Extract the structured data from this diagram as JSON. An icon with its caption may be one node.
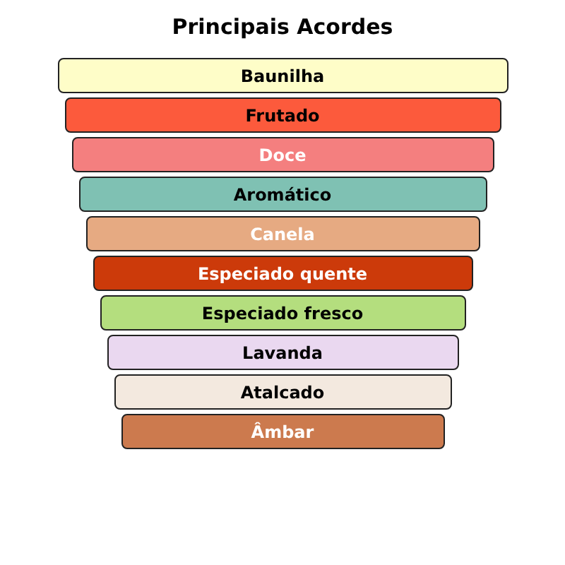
{
  "diagram": {
    "title": "Principais Acordes",
    "nodes": [
      {
        "text": [
          "Baunilha"
        ]
      },
      {
        "text": [
          "Frutado"
        ]
      },
      {
        "text": [
          "Doce"
        ]
      },
      {
        "text": [
          "Aromático"
        ]
      },
      {
        "text": [
          "Canela"
        ]
      },
      {
        "text": [
          "Especiado quente"
        ]
      },
      {
        "text": [
          "Especiado fresco"
        ]
      },
      {
        "text": [
          "Lavanda"
        ]
      },
      {
        "text": [
          "Atalcado"
        ]
      },
      {
        "text": [
          "Âmbar"
        ]
      }
    ]
  }
}
